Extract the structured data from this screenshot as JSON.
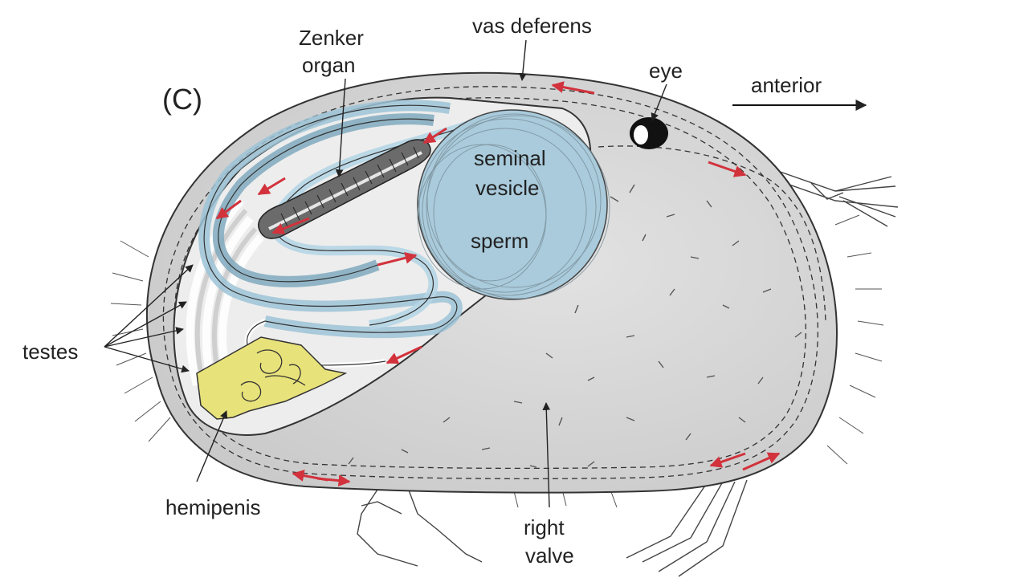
{
  "panel_label": "(C)",
  "labels": {
    "zenker_line1": "Zenker",
    "zenker_line2": "organ",
    "vas_deferens": "vas deferens",
    "eye": "eye",
    "anterior": "anterior",
    "seminal_line1": "seminal",
    "seminal_line2": "vesicle",
    "sperm": "sperm",
    "testes": "testes",
    "hemipenis": "hemipenis",
    "right_valve_line1": "right",
    "right_valve_line2": "valve"
  },
  "colors": {
    "shell": "#d9d9d9",
    "shell_dark": "#c9c9c9",
    "inner_window": "#ececec",
    "duct_blue": "#b9d8e6",
    "vesicle_blue": "#a9cbdc",
    "hemipenis": "#e8e27a",
    "flow_arrow": "#d2323c",
    "outline": "#333333"
  }
}
